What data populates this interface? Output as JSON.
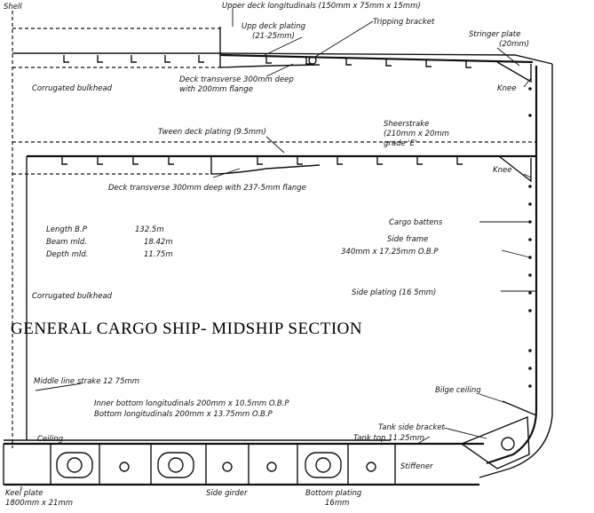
{
  "title": "GENERAL CARGO SHIP- MIDSHIP SECTION",
  "labels": {
    "shell": "Shell",
    "upper_deck_longitudinals": "Upper deck longitudinals (150mm x 75mm x 15mm)",
    "tripping_bracket": "Tripping bracket",
    "upper_deck_plating": "Upp deck plating",
    "upper_deck_plating_thk": "(21-25mm)",
    "stringer_plate": "Stringer plate",
    "stringer_plate_thk": "(20mm)",
    "corrugated_bulkhead_upper": "Corrugated bulkhead",
    "deck_transverse_upper_1": "Deck transverse 300mm deep",
    "deck_transverse_upper_2": "with 200mm flange",
    "knee_upper": "Knee",
    "tween_deck_plating": "Tween deck plating (9.5mm)",
    "sheerstrake_1": "Sheerstrake",
    "sheerstrake_2": "(210mm x 20mm",
    "sheerstrake_3": "grade 'E'",
    "knee_lower": "Knee",
    "deck_transverse_lower": "Deck transverse 300mm deep with 237-5mm flange",
    "cargo_battens": "Cargo battens",
    "side_frame_1": "Side frame",
    "side_frame_2": "340mm x 17.25mm O.B.P",
    "side_plating": "Side plating (16 5mm)",
    "corrugated_bulkhead_lower": "Corrugated bulkhead",
    "middle_line_strake": "Middle line strake 12 75mm",
    "inner_bottom_longitudinals": "Inner bottom longitudinals 200mm x 10.5mm O.B.P",
    "bottom_longitudinals": "Bottom longitudinals 200mm x 13.75mm O.B.P",
    "bilge_ceiling": "Bilge ceiling",
    "tank_side_bracket": "Tank side bracket",
    "ceiling": "Ceiling",
    "tank_top": "Tank top 11.25mm",
    "stiffener": "Stiffener",
    "keel_plate_1": "Keel plate",
    "keel_plate_2": "1800mm x 21mm",
    "side_girder": "Side girder",
    "bottom_plating_1": "Bottom plating",
    "bottom_plating_2": "16mm"
  },
  "particulars": [
    {
      "name": "Length B.P",
      "value": "132.5m"
    },
    {
      "name": "Beam mld.",
      "value": "18.42m"
    },
    {
      "name": "Depth mld.",
      "value": "11.75m"
    }
  ]
}
